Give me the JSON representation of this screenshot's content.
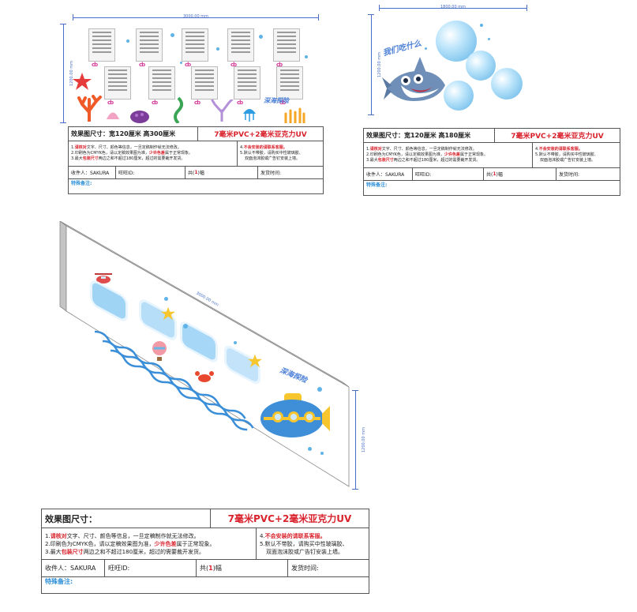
{
  "panel1": {
    "dim_width": "3000.00 mm",
    "dim_height": "1200.00 mm",
    "poster_mark": "cb",
    "sign_text": "深海探险"
  },
  "panel2": {
    "dim_width": "1800.00 mm",
    "dim_height": "1200.00 mm",
    "title": "我们吃什么"
  },
  "panel3": {
    "dim_width": "3000.00 mm",
    "dim_height": "1200.00 mm",
    "sign_text": "深海探险"
  },
  "info1": {
    "size_label": "效果图尺寸：宽120厘米  高300厘米",
    "material": "7毫米PVC+2毫米亚克力UV",
    "note1_prefix": "1.",
    "note1_red": "请核对",
    "note1_rest": "文字、尺寸、颜色等信息，一旦定稿制作就无法修改。",
    "note2_prefix": "2.印刷色为CMYK色，请以定稿效果图为准，",
    "note2_red": "少许色差",
    "note2_rest": "属于正常现象。",
    "note3_prefix": "3.最大",
    "note3_red": "包装尺寸",
    "note3_rest": "两边之和不超过180厘米，超过的需要裁开发货。",
    "note4_prefix": "4.",
    "note4_red": "不会安装的请联系客服。",
    "note5_line1": "5.默认不带胶，请购买中性玻璃胶、",
    "note5_line2": "双面泡沫胶或广告钉安装上墙。",
    "receiver": "收件人：SAKURA",
    "wangwang": "旺旺ID:",
    "count_prefix": "共(",
    "count_num": "1",
    "count_suffix": ")幅",
    "ship_time": "发货时间:",
    "special": "特殊备注:"
  },
  "info2": {
    "size_label": "效果图尺寸：宽120厘米  高180厘米",
    "material": "7毫米PVC+2毫米亚克力UV",
    "note1_prefix": "1.",
    "note1_red": "请核对",
    "note1_rest": "文字、尺寸、颜色等信息，一旦定稿制作就无法修改。",
    "note2_prefix": "2.印刷色为CMYK色，请以定稿效果图为准，",
    "note2_red": "少许色差",
    "note2_rest": "属于正常现象。",
    "note3_prefix": "3.最大",
    "note3_red": "包装尺寸",
    "note3_rest": "两边之和不超过180厘米，超过的需要裁开发货。",
    "note4_prefix": "4.",
    "note4_red": "不会安装的请联系客服。",
    "note5_line1": "5.默认不带胶，请购买中性玻璃胶、",
    "note5_line2": "双面泡沫胶或广告钉安装上墙。",
    "receiver": "收件人：SAKURA",
    "wangwang": "旺旺ID:",
    "count_prefix": "共(",
    "count_num": "1",
    "count_suffix": ")幅",
    "ship_time": "发货时间:",
    "special": "特殊备注:"
  },
  "info3": {
    "size_label": "效果图尺寸：",
    "material": "7毫米PVC+2毫米亚克力UV",
    "note1_prefix": "1.",
    "note1_red": "请核对",
    "note1_rest": "文字、尺寸、颜色等信息，一旦定稿制作就无法修改。",
    "note2_prefix": "2.印刷色为CMYK色，请以定稿效果图为准，",
    "note2_red": "少许色差",
    "note2_rest": "属于正常现象。",
    "note3_prefix": "3.最大",
    "note3_red": "包装尺寸",
    "note3_rest": "两边之和不超过180厘米，超过的需要裁开发货。",
    "note4_prefix": "4.",
    "note4_red": "不会安装的请联系客服。",
    "note5_line1": "5.默认不带胶，请购买中性玻璃胶、",
    "note5_line2": "双面泡沫胶或广告钉安装上墙。",
    "receiver": "收件人：SAKURA",
    "wangwang": "旺旺ID:",
    "count_prefix": "共(",
    "count_num": "1",
    "count_suffix": ")幅",
    "ship_time": "发货时间:",
    "special": "特殊备注:"
  },
  "colors": {
    "red": "#d9232d",
    "blue": "#2d8fd8",
    "dimension": "#4a6fc8",
    "bubble": "#5fb3e6"
  }
}
